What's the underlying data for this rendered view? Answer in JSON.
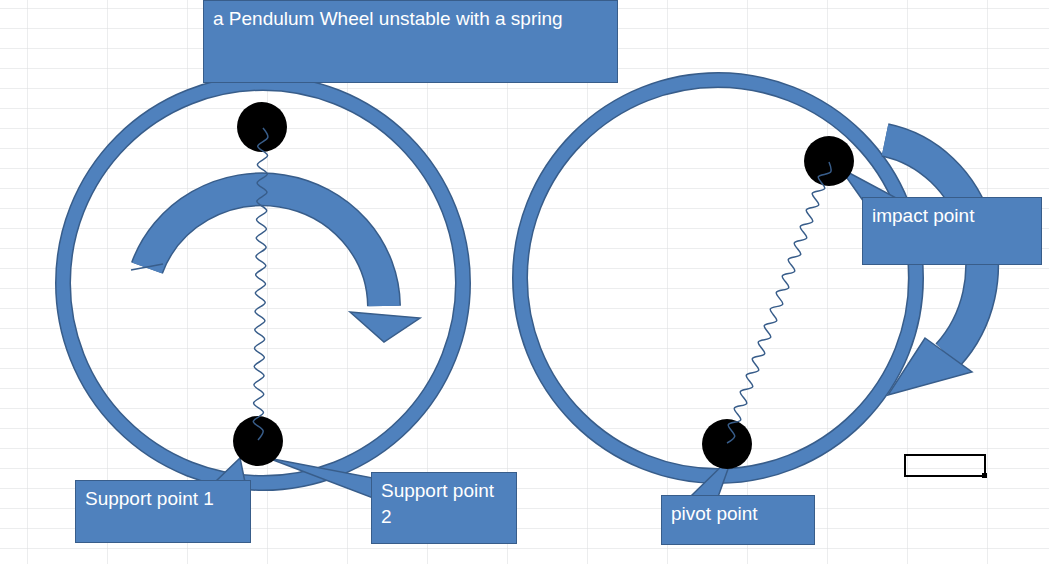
{
  "diagram": {
    "nodes": [
      {
        "text": [
          "a Pendulum Wheel unstable with a spring"
        ]
      },
      {
        "text": [
          "impact point"
        ]
      },
      {
        "text": [
          "Support point 1"
        ]
      },
      {
        "text": [
          "Support point 2"
        ]
      },
      {
        "text": [
          "pivot point"
        ]
      }
    ]
  }
}
